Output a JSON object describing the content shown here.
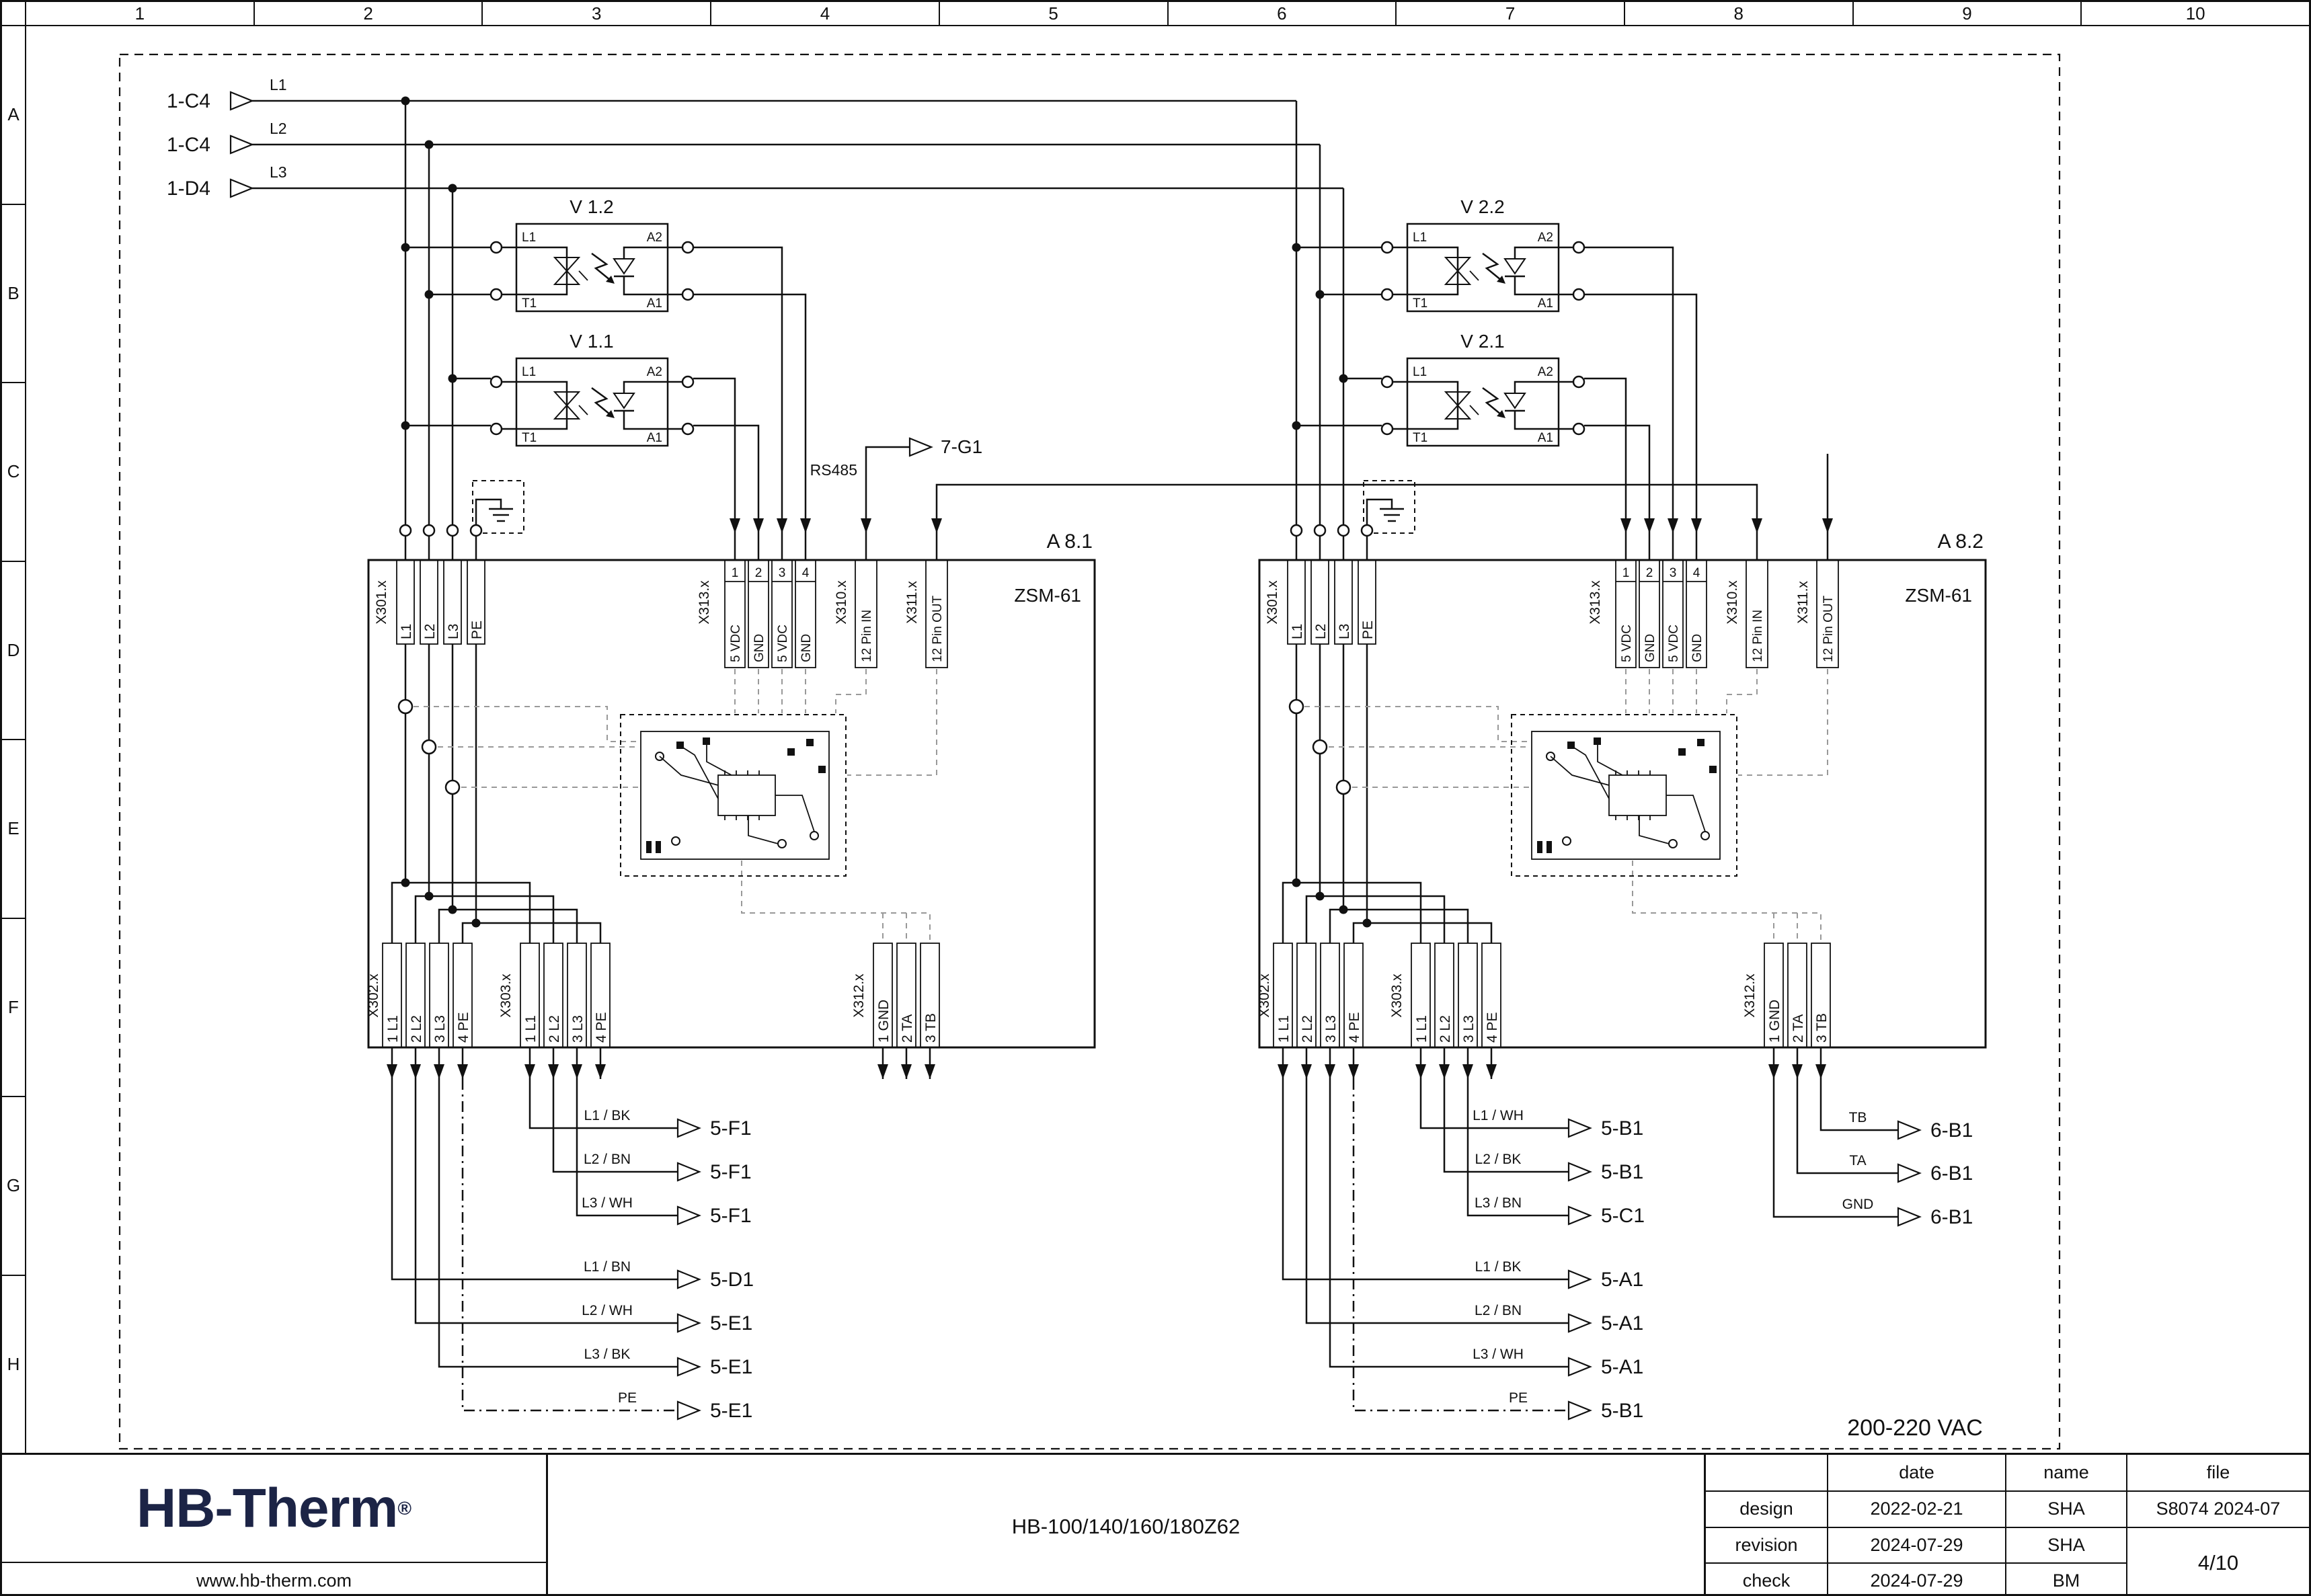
{
  "sheet": {
    "columns": [
      "1",
      "2",
      "3",
      "4",
      "5",
      "6",
      "7",
      "8",
      "9",
      "10"
    ],
    "rows": [
      "A",
      "B",
      "C",
      "D",
      "E",
      "F",
      "G",
      "H"
    ],
    "supply": "200-220 VAC"
  },
  "feeds": [
    {
      "ref": "1-C4",
      "phase": "L1"
    },
    {
      "ref": "1-C4",
      "phase": "L2"
    },
    {
      "ref": "1-D4",
      "phase": "L3"
    }
  ],
  "bus": {
    "label": "RS485",
    "target": "7-G1"
  },
  "relay_terms": {
    "in_top": "L1",
    "in_bot": "T1",
    "out_top": "A2",
    "out_bot": "A1"
  },
  "relays": [
    {
      "ref": "V 1.2"
    },
    {
      "ref": "V 1.1"
    },
    {
      "ref": "V 2.2"
    },
    {
      "ref": "V 2.1"
    }
  ],
  "modules": [
    {
      "ref": "A 8.1",
      "type": "ZSM-61"
    },
    {
      "ref": "A 8.2",
      "type": "ZSM-61"
    }
  ],
  "connector_labels": {
    "x301": "X301.x",
    "x301_pins": [
      "L1",
      "L2",
      "L3",
      "PE"
    ],
    "x313": "X313.x",
    "x313_nums": [
      "1",
      "2",
      "3",
      "4"
    ],
    "x313_sigs": [
      "5 VDC",
      "GND",
      "5 VDC",
      "GND"
    ],
    "x310": "X310.x",
    "x310_pin": "12 Pin IN",
    "x311": "X311.x",
    "x311_pin": "12 Pin OUT",
    "x302": "X302.x",
    "x303": "X303.x",
    "power_pins": [
      "1 L1",
      "2 L2",
      "3 L3",
      "4 PE"
    ],
    "x312": "X312.x",
    "x312_pins": [
      "1 GND",
      "2 TA",
      "3 TB"
    ]
  },
  "outputs": {
    "m1_g1": [
      {
        "wire": "L1 / BK",
        "dest": "5-F1"
      },
      {
        "wire": "L2 / BN",
        "dest": "5-F1"
      },
      {
        "wire": "L3 / WH",
        "dest": "5-F1"
      }
    ],
    "m1_g2": [
      {
        "wire": "L1 / BN",
        "dest": "5-D1"
      },
      {
        "wire": "L2 / WH",
        "dest": "5-E1"
      },
      {
        "wire": "L3 / BK",
        "dest": "5-E1"
      },
      {
        "wire": "PE",
        "dest": "5-E1"
      }
    ],
    "m2_g1": [
      {
        "wire": "L1 / WH",
        "dest": "5-B1"
      },
      {
        "wire": "L2 / BK",
        "dest": "5-B1"
      },
      {
        "wire": "L3 / BN",
        "dest": "5-C1"
      }
    ],
    "m2_g2": [
      {
        "wire": "L1 / BK",
        "dest": "5-A1"
      },
      {
        "wire": "L2 / BN",
        "dest": "5-A1"
      },
      {
        "wire": "L3 / WH",
        "dest": "5-A1"
      },
      {
        "wire": "PE",
        "dest": "5-B1"
      }
    ],
    "m2_g3": [
      {
        "wire": "TB",
        "dest": "6-B1"
      },
      {
        "wire": "TA",
        "dest": "6-B1"
      },
      {
        "wire": "GND",
        "dest": "6-B1"
      }
    ]
  },
  "titleblock": {
    "logo": "HB-Therm",
    "logo_reg": "®",
    "website": "www.hb-therm.com",
    "doc_title": "HB-100/140/160/180Z62",
    "headers": {
      "date": "date",
      "name": "name",
      "file": "file"
    },
    "rows": [
      {
        "label": "design",
        "date": "2022-02-21",
        "name": "SHA"
      },
      {
        "label": "revision",
        "date": "2024-07-29",
        "name": "SHA"
      },
      {
        "label": "check",
        "date": "2024-07-29",
        "name": "BM"
      }
    ],
    "file_value": "S8074 2024-07",
    "page": "4/10"
  }
}
